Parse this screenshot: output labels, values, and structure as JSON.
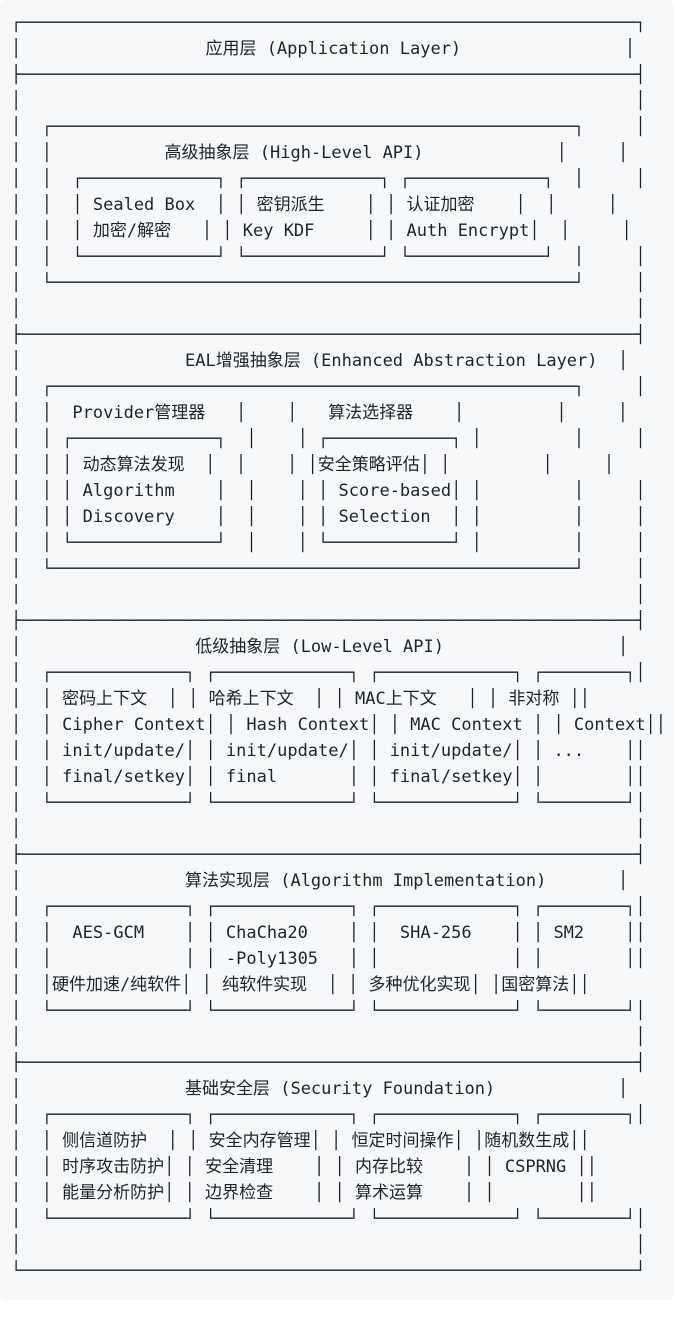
{
  "page": {
    "background_color": "#ffffff",
    "block_background_color": "#f6f8fa",
    "text_color": "#1f2328"
  },
  "diagram": {
    "lines": [
      "┌────────────────────────────────────────────────────────────┐",
      "│                  应用层 (Application Layer)                │",
      "├────────────────────────────────────────────────────────────┤",
      "│                                                            │",
      "│  ┌───────────────────────────────────────────────────┐     │",
      "│  │           高级抽象层 (High-Level API)             │     │",
      "│  │  ┌─────────────┐ ┌─────────────┐ ┌─────────────┐  │     │",
      "│  │  │ Sealed Box  │ │ 密钥派生    │ │ 认证加密    │  │     │",
      "│  │  │ 加密/解密   │ │ Key KDF     │ │ Auth Encrypt│  │     │",
      "│  │  └─────────────┘ └─────────────┘ └─────────────┘  │     │",
      "│  └───────────────────────────────────────────────────┘     │",
      "│                                                            │",
      "├────────────────────────────────────────────────────────────┤",
      "│                EAL增强抽象层 (Enhanced Abstraction Layer)  │",
      "│  ┌───────────────────────────────────────────────────┐     │",
      "│  │  Provider管理器   │    │   算法选择器    │         │     │",
      "│  │ ┌──────────────┐  │    │ ┌────────────┐ │         │     │",
      "│  │ │ 动态算法发现  │  │    │ │安全策略评估│ │         │     │",
      "│  │ │ Algorithm    │  │    │ │ Score-based│ │         │     │",
      "│  │ │ Discovery    │  │    │ │ Selection  │ │         │     │",
      "│  │ └──────────────┘  │    │ └────────────┘ │         │     │",
      "│  └───────────────────────────────────────────────────┘     │",
      "│                                                            │",
      "├────────────────────────────────────────────────────────────┤",
      "│                 低级抽象层 (Low-Level API)                 │",
      "│  ┌─────────────┐ ┌─────────────┐ ┌─────────────┐ ┌────────┐│",
      "│  │ 密码上下文  │ │ 哈希上下文  │ │ MAC上下文   │ │ 非对称 ││",
      "│  │ Cipher Context│ │ Hash Context│ │ MAC Context │ │ Context││",
      "│  │ init/update/│ │ init/update/│ │ init/update/│ │ ...    ││",
      "│  │ final/setkey│ │ final       │ │ final/setkey│ │        ││",
      "│  └─────────────┘ └─────────────┘ └─────────────┘ └────────┘│",
      "│                                                            │",
      "├────────────────────────────────────────────────────────────┤",
      "│                算法实现层 (Algorithm Implementation)       │",
      "│  ┌─────────────┐ ┌─────────────┐ ┌─────────────┐ ┌────────┐│",
      "│  │  AES-GCM    │ │ ChaCha20    │ │  SHA-256    │ │ SM2    ││",
      "│  │             │ │ -Poly1305   │ │             │ │        ││",
      "│  │硬件加速/纯软件│ │ 纯软件实现  │ │ 多种优化实现│ │国密算法││",
      "│  └─────────────┘ └─────────────┘ └─────────────┘ └────────┘│",
      "│                                                            │",
      "├────────────────────────────────────────────────────────────┤",
      "│                基础安全层 (Security Foundation)            │",
      "│  ┌─────────────┐ ┌─────────────┐ ┌─────────────┐ ┌────────┐│",
      "│  │ 侧信道防护  │ │ 安全内存管理│ │ 恒定时间操作│ │随机数生成││",
      "│  │ 时序攻击防护│ │ 安全清理    │ │ 内存比较    │ │ CSPRNG ││",
      "│  │ 能量分析防护│ │ 边界检查    │ │ 算术运算    │ │        ││",
      "│  └─────────────┘ └─────────────┘ └─────────────┘ └────────┘│",
      "│                                                            │",
      "└────────────────────────────────────────────────────────────┘"
    ],
    "layer_titles": [
      "应用层 (Application Layer)",
      "高级抽象层 (High-Level API)",
      "EAL增强抽象层 (Enhanced Abstraction Layer)",
      "低级抽象层 (Low-Level API)",
      "算法实现层 (Algorithm Implementation)",
      "基础安全层 (Security Foundation)"
    ]
  }
}
